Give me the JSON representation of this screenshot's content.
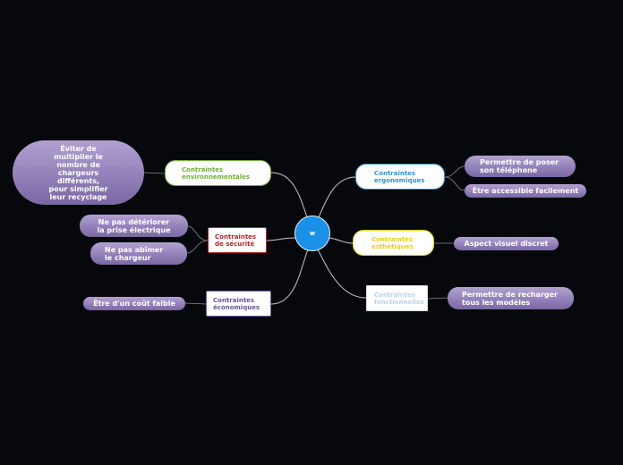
{
  "central_topic": "w",
  "branches": {
    "environnementales": {
      "label": "Contraintes\nenvironnementales",
      "color": "#6fb434",
      "leaves": [
        "Éviter de\nmultiplier le\nnombre de\nchargeurs\ndifférents,\npour simplifier\nleur recyclage"
      ]
    },
    "securite": {
      "label": "Contraintes\nde sécurité",
      "color": "#b8282a",
      "leaves": [
        "Ne pas détériorer\nla prise électrique",
        "Ne pas abîmer\nle chargeur"
      ]
    },
    "economiques": {
      "label": "Contraintes\néconomiques",
      "color": "#7a5ca8",
      "leaves": [
        "Être d'un coût faible"
      ]
    },
    "ergonomiques": {
      "label": "Contraintes\nergonomiques",
      "color": "#2e96d8",
      "leaves": [
        "Permettre de poser\nson téléphone",
        "Être accessible facilement"
      ]
    },
    "esthetiques": {
      "label": "Contraintes\nesthétiques",
      "color": "#f1cf12",
      "leaves": [
        "Aspect visuel discret"
      ]
    },
    "fonctionnelles": {
      "label": "Contraintes\nfonctionnelles",
      "color": "#cfe3f3",
      "leaves": [
        "Permettre de recharger\ntous les modèles"
      ]
    }
  },
  "colors": {
    "background": "#07080c",
    "center_fill": "#1a90e8",
    "leaf_fill": "#9887bd",
    "connector": "#c9c9c9"
  }
}
